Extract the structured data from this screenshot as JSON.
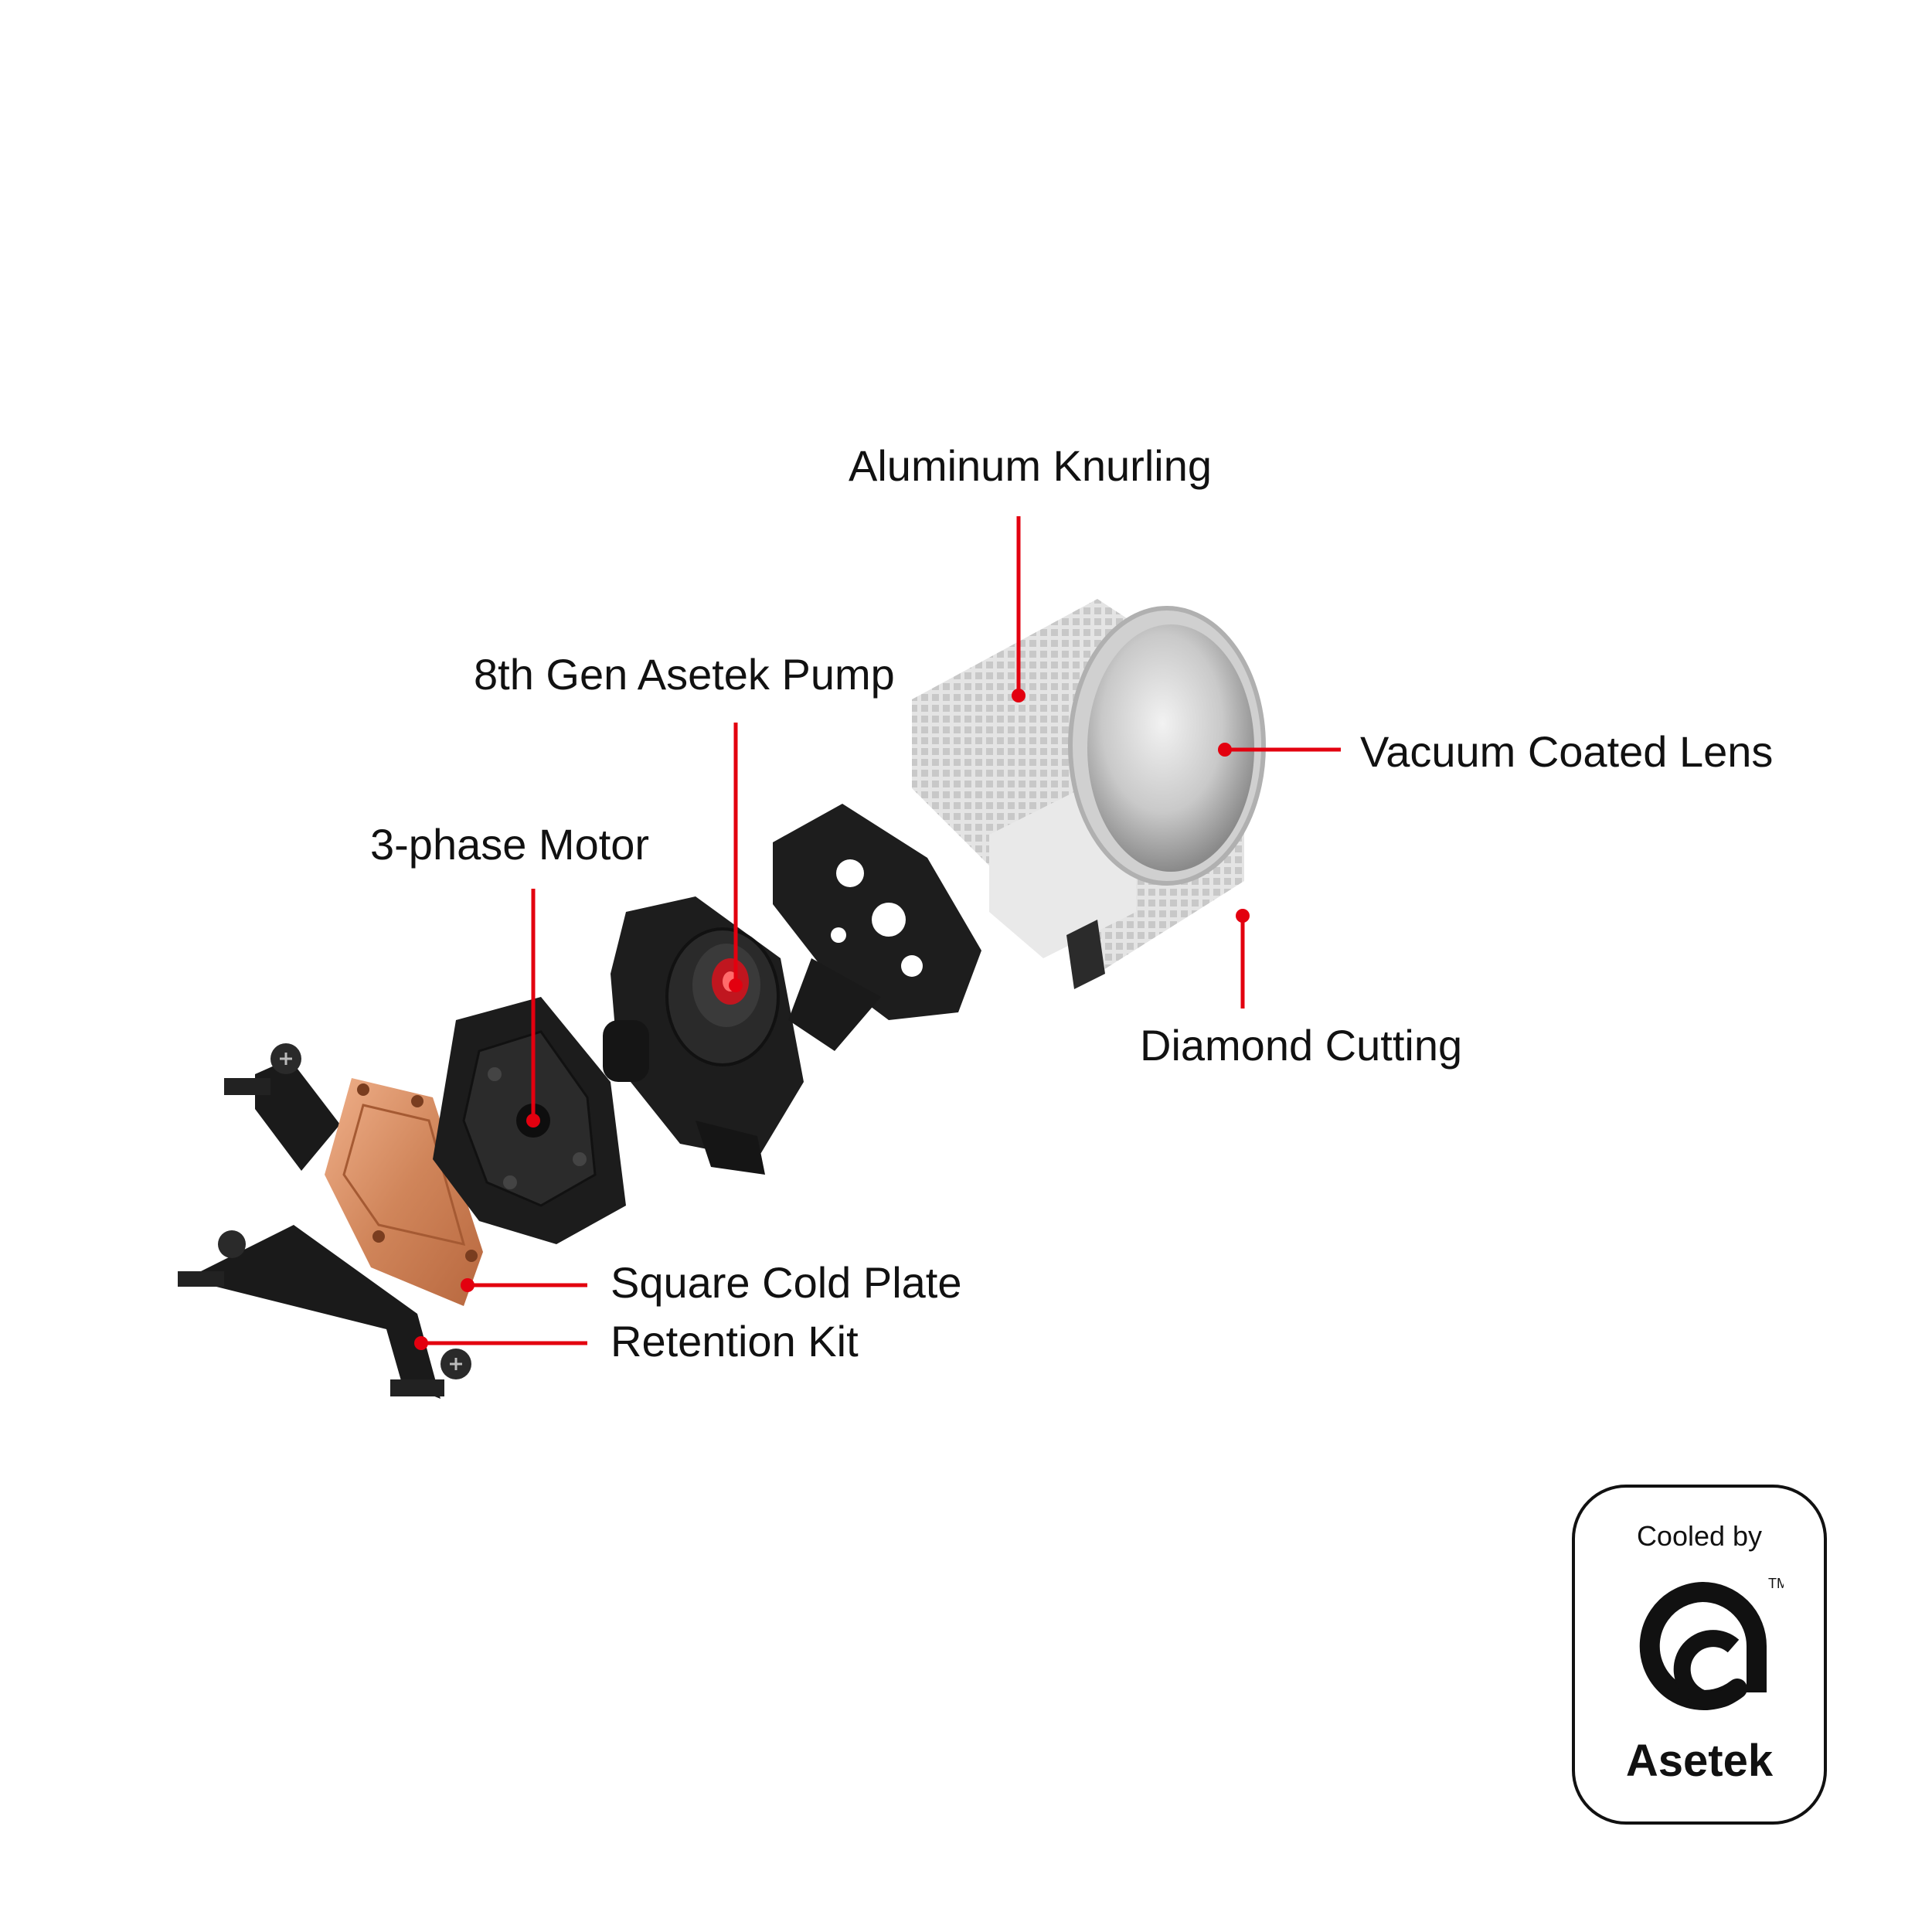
{
  "callouts": {
    "aluminum_knurling": "Aluminum Knurling",
    "pump": "8th Gen Asetek Pump",
    "vacuum_lens": "Vacuum Coated Lens",
    "motor": "3-phase Motor",
    "diamond_cutting": "Diamond Cutting",
    "cold_plate": "Square Cold Plate",
    "retention_kit": "Retention Kit"
  },
  "badge": {
    "top_text": "Cooled by",
    "brand": "Asetek",
    "trademark": "TM",
    "logo_icon": "asetek-a-logo-icon"
  },
  "colors": {
    "leader_line": "#e3000f",
    "copper": "#d08a60",
    "black_part": "#1a1a1a",
    "silver": "#e3e3e3"
  }
}
